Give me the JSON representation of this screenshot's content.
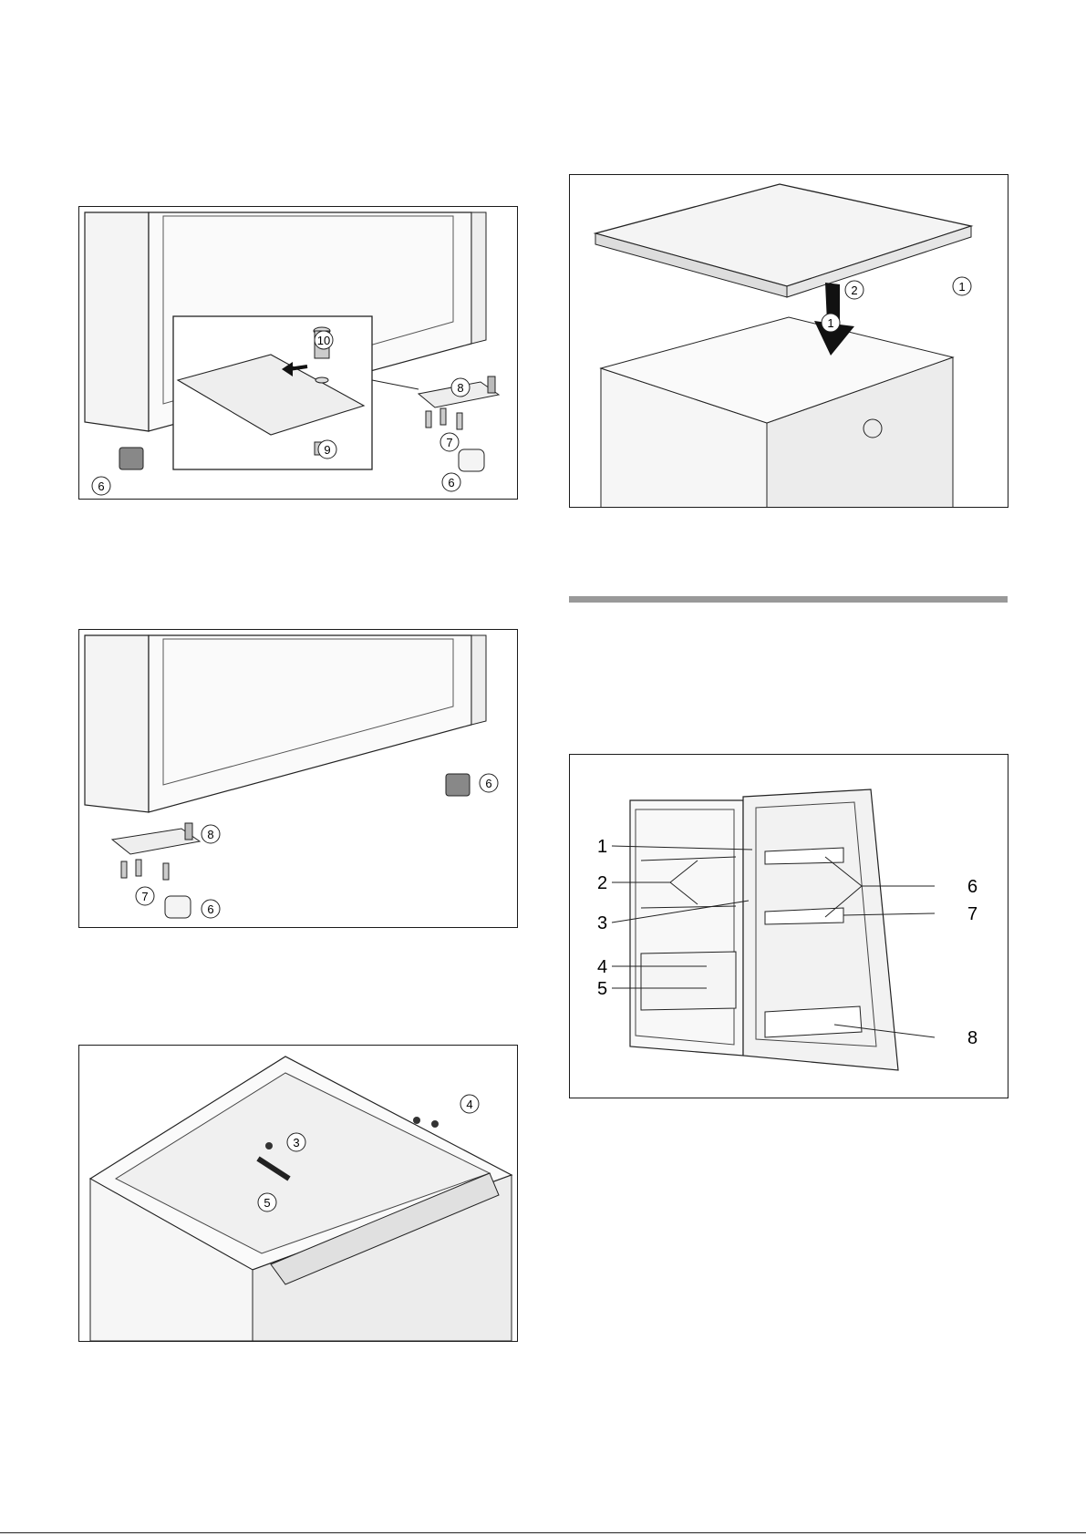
{
  "figures": {
    "hinge_bottom": {
      "callouts": {
        "c10": "10",
        "c8": "8",
        "c9": "9",
        "c7": "7",
        "c6a": "6",
        "c6b": "6"
      }
    },
    "hinge_swapped": {
      "callouts": {
        "c6a": "6",
        "c8": "8",
        "c7": "7",
        "c6b": "6"
      }
    },
    "top_hinge": {
      "callouts": {
        "c4": "4",
        "c3": "3",
        "c5": "5"
      }
    },
    "worktop": {
      "callouts": {
        "c2": "2",
        "c1a": "1",
        "c1b": "1"
      }
    },
    "appliance": {
      "labels": [
        "1",
        "2",
        "3",
        "4",
        "5",
        "6",
        "7",
        "8"
      ]
    }
  },
  "colors": {
    "line": "#222222",
    "rule": "#9a9a9a",
    "fill_light": "#f2f2f2",
    "fill_mid": "#d9d9d9",
    "arrow": "#111111"
  }
}
